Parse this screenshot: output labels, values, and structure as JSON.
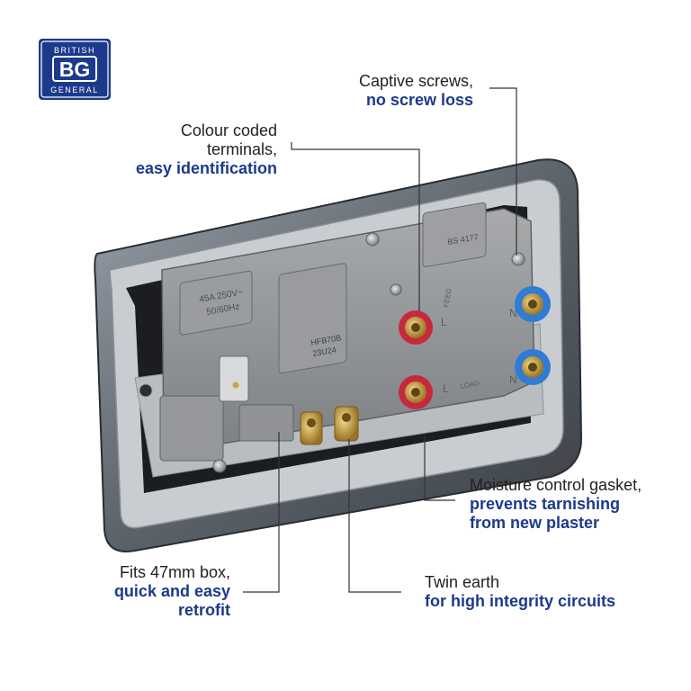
{
  "logo": {
    "top_text": "BRITISH",
    "mark": "BG",
    "bottom_text": "GENERAL",
    "color": "#1c3a8c"
  },
  "callouts": {
    "captive": {
      "line1": "Captive screws,",
      "line2": "no screw loss"
    },
    "colour": {
      "line1": "Colour coded",
      "line2": "terminals,",
      "line3": "easy identification"
    },
    "moisture": {
      "line1": "Moisture control gasket,",
      "line2": "prevents tarnishing",
      "line3": "from new plaster"
    },
    "fits": {
      "line1": "Fits 47mm box,",
      "line2": "quick and easy",
      "line3": "retrofit"
    },
    "twin": {
      "line1": "Twin earth",
      "line2": "for high integrity circuits"
    }
  },
  "product": {
    "rating_line1": "45A 250V~",
    "rating_line2": "50/60Hz",
    "model_line1": "HFB70B",
    "model_line2": "23U24",
    "standard": "BS 4177",
    "feed_label": "FEED",
    "load_label": "LOAD",
    "terminal_live": "L",
    "terminal_neutral": "N"
  },
  "colors": {
    "highlight": "#1c3a8c",
    "live_terminal": "#c8283c",
    "neutral_terminal": "#2f7bd6",
    "earth_brass": "#c9a54a"
  }
}
